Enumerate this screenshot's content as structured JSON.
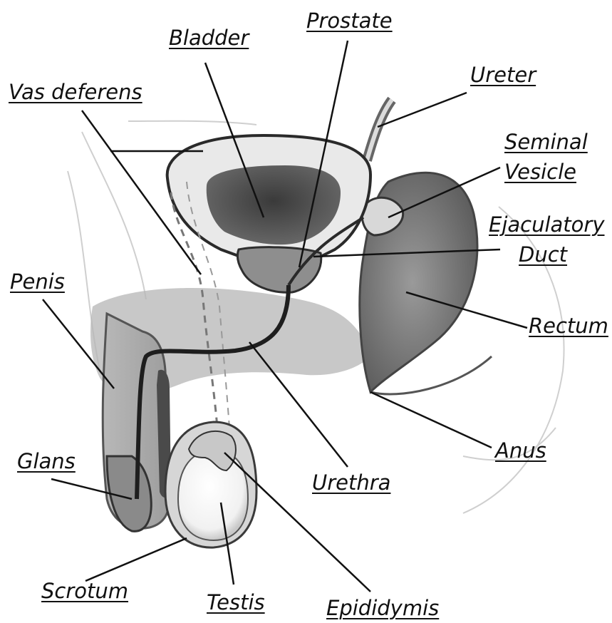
{
  "labels": {
    "bladder": "Bladder",
    "prostate": "Prostate",
    "ureter": "Ureter",
    "vas_deferens": "Vas deferens",
    "seminal_vesicle": [
      "Seminal",
      "Vesicle"
    ],
    "ejaculatory_duct": [
      "Ejaculatory",
      "Duct"
    ],
    "penis": "Penis",
    "rectum": "Rectum",
    "anus": "Anus",
    "glans": "Glans",
    "urethra": "Urethra",
    "scrotum": "Scrotum",
    "testis": "Testis",
    "epididymis": "Epididymis"
  }
}
